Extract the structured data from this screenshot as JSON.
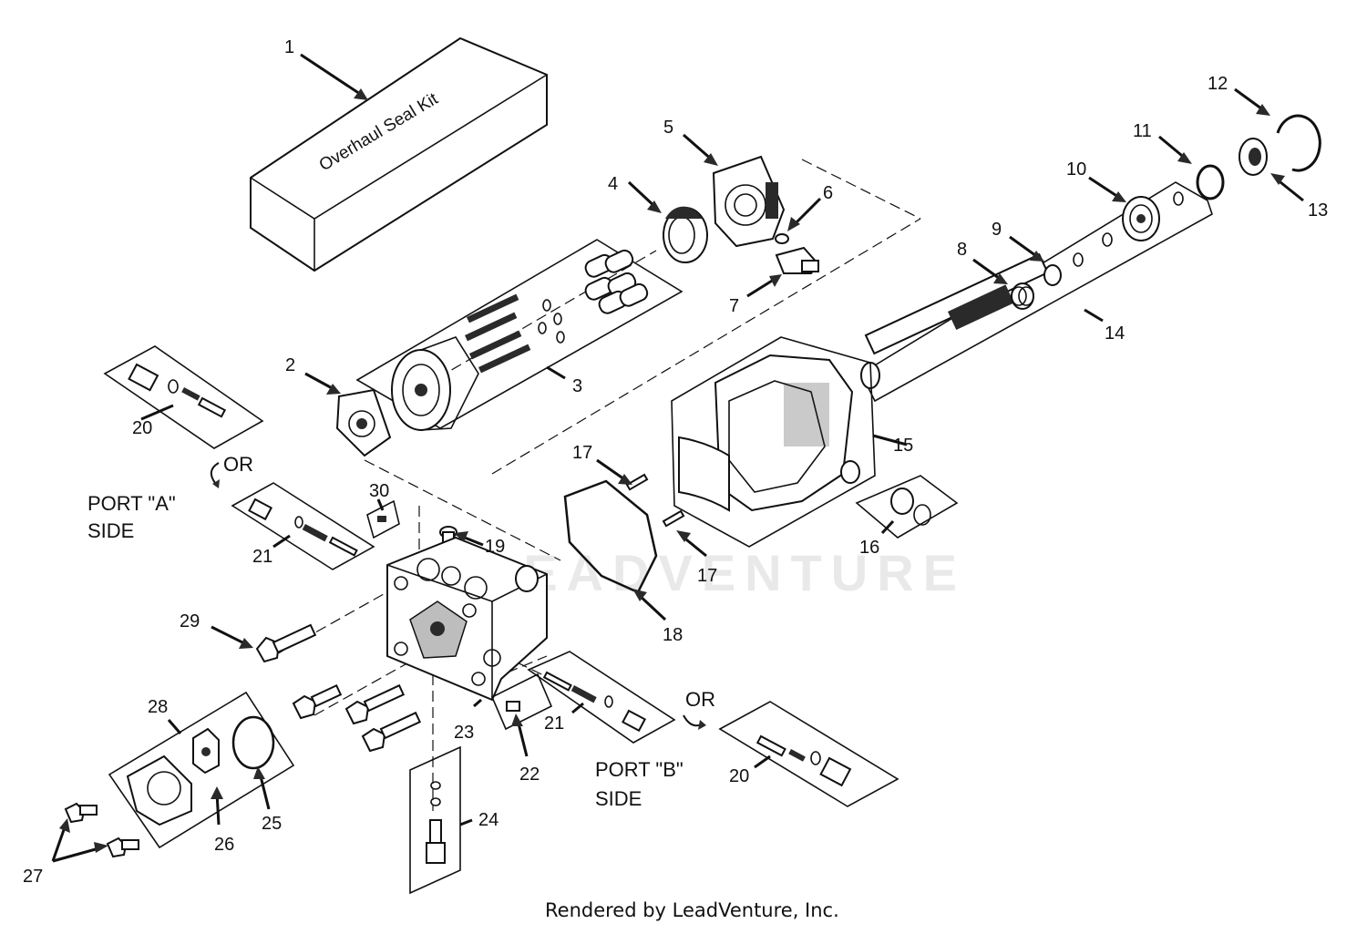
{
  "diagram": {
    "kit_label": "Overhaul Seal Kit",
    "port_a_line1": "PORT \"A\"",
    "port_a_line2": "SIDE",
    "port_b_line1": "PORT \"B\"",
    "port_b_line2": "SIDE",
    "or_label": "OR",
    "watermark": "LEADVENTURE",
    "footer": "Rendered by LeadVenture, Inc.",
    "callouts": [
      {
        "id": "c1",
        "label": "1"
      },
      {
        "id": "c2",
        "label": "2"
      },
      {
        "id": "c3",
        "label": "3"
      },
      {
        "id": "c4",
        "label": "4"
      },
      {
        "id": "c5",
        "label": "5"
      },
      {
        "id": "c6",
        "label": "6"
      },
      {
        "id": "c7",
        "label": "7"
      },
      {
        "id": "c8",
        "label": "8"
      },
      {
        "id": "c9",
        "label": "9"
      },
      {
        "id": "c10",
        "label": "10"
      },
      {
        "id": "c11",
        "label": "11"
      },
      {
        "id": "c12",
        "label": "12"
      },
      {
        "id": "c13",
        "label": "13"
      },
      {
        "id": "c14",
        "label": "14"
      },
      {
        "id": "c15",
        "label": "15"
      },
      {
        "id": "c16",
        "label": "16"
      },
      {
        "id": "c17a",
        "label": "17"
      },
      {
        "id": "c17b",
        "label": "17"
      },
      {
        "id": "c18",
        "label": "18"
      },
      {
        "id": "c19",
        "label": "19"
      },
      {
        "id": "c20a",
        "label": "20"
      },
      {
        "id": "c20b",
        "label": "20"
      },
      {
        "id": "c21a",
        "label": "21"
      },
      {
        "id": "c21b",
        "label": "21"
      },
      {
        "id": "c22",
        "label": "22"
      },
      {
        "id": "c23",
        "label": "23"
      },
      {
        "id": "c24",
        "label": "24"
      },
      {
        "id": "c25",
        "label": "25"
      },
      {
        "id": "c26",
        "label": "26"
      },
      {
        "id": "c27",
        "label": "27"
      },
      {
        "id": "c28",
        "label": "28"
      },
      {
        "id": "c29",
        "label": "29"
      },
      {
        "id": "c30",
        "label": "30"
      }
    ]
  }
}
